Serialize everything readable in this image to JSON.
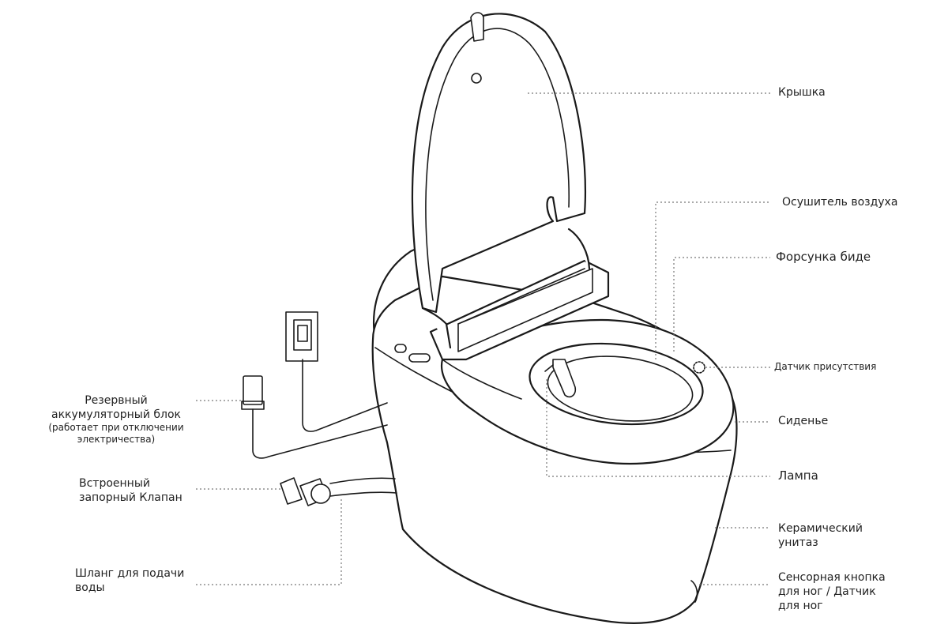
{
  "labels": {
    "lid": "Крышка",
    "air_dryer": "Осушитель воздуха",
    "bidet_nozzle": "Форсунка биде",
    "presence_sensor": "Датчик присутствия",
    "seat": "Сиденье",
    "lamp": "Лампа",
    "ceramic_toilet": [
      "Керамический",
      "унитаз"
    ],
    "foot_sensor": [
      "Сенсорная кнопка",
      "для ног / Датчик",
      "для ног"
    ],
    "backup_battery_title": [
      "Резервный",
      "аккумуляторный блок"
    ],
    "backup_battery_note": [
      "(работает при отключении",
      "электричества)"
    ],
    "shutoff_valve": [
      "Встроенный",
      "запорный Клапан"
    ],
    "water_hose": [
      "Шланг для подачи",
      "воды"
    ]
  },
  "icons": [
    "power-socket-icon",
    "battery-pack-icon",
    "shutoff-valve-icon"
  ],
  "colors": {
    "line": "#1a1a1a",
    "leader": "#777777",
    "background": "#ffffff"
  }
}
